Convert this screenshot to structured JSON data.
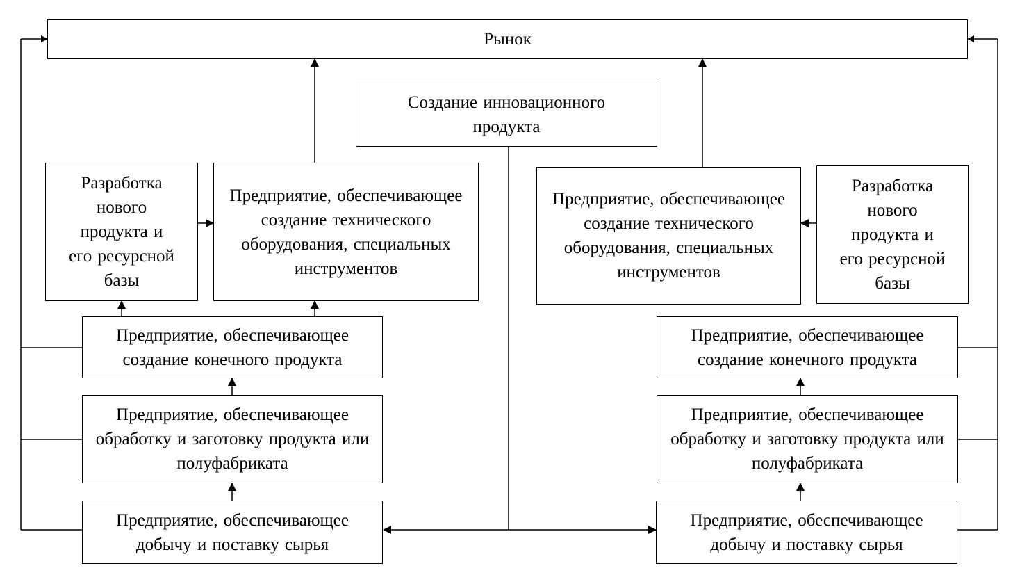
{
  "market": {
    "label": "Рынок"
  },
  "innovation": {
    "label": "Создание инновационного продукта"
  },
  "left": {
    "development": {
      "label": "Разработка нового продукта и его ресурсной базы"
    },
    "equipment": {
      "label": "Предприятие, обеспечивающее создание технического оборудования, специальных инструментов"
    },
    "final_product": {
      "label": "Предприятие, обеспечивающее создание конечного продукта"
    },
    "processing": {
      "label": "Предприятие, обеспечивающее обработку и заготовку продукта или полуфабриката"
    },
    "raw_materials": {
      "label": "Предприятие, обеспечивающее добычу и поставку сырья"
    }
  },
  "right": {
    "development": {
      "label": "Разработка нового продукта и его ресурсной базы"
    },
    "equipment": {
      "label": "Предприятие, обеспечивающее создание технического оборудования, специальных инструментов"
    },
    "final_product": {
      "label": "Предприятие, обеспечивающее создание конечного продукта"
    },
    "processing": {
      "label": "Предприятие, обеспечивающее обработку и заготовку продукта или полуфабриката"
    },
    "raw_materials": {
      "label": "Предприятие, обеспечивающее добычу и поставку сырья"
    }
  },
  "colors": {
    "line": "#000000",
    "box_fill": "#ffffff"
  }
}
